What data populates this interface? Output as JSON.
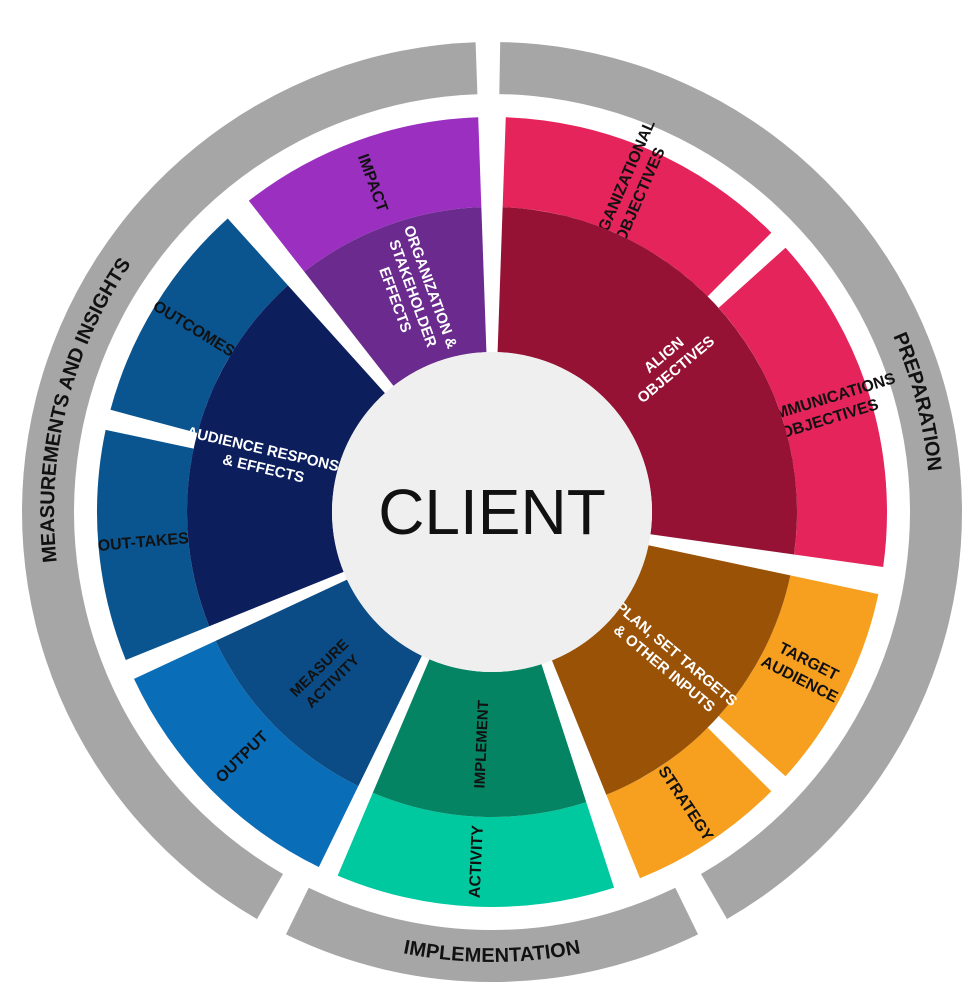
{
  "center": {
    "label": "CLIENT",
    "fill": "#efefef",
    "text_color": "#111111"
  },
  "outer_ring": {
    "fill": "#a6a6a6",
    "text_color": "#111111",
    "sections": [
      {
        "id": "preparation",
        "label": "PREPARATION",
        "start": 1,
        "end": 150
      },
      {
        "id": "implementation",
        "label": "IMPLEMENTATION",
        "start": 154,
        "end": 206
      },
      {
        "id": "measurements",
        "label": "MEASUREMENTS AND INSIGHTS",
        "start": 210,
        "end": 358
      }
    ]
  },
  "middle_ring": [
    {
      "id": "organizational-objectives",
      "lines": [
        "ORGANIZATIONAL",
        "OBJECTIVES"
      ],
      "start": 2,
      "end": 45,
      "fill": "#e4245a",
      "text_color": "#111111"
    },
    {
      "id": "communications-objectives",
      "lines": [
        "COMMUNICATIONS",
        "OBJECTIVES"
      ],
      "start": 48,
      "end": 98,
      "fill": "#e4245a",
      "text_color": "#111111"
    },
    {
      "id": "target-audience",
      "lines": [
        "TARGET",
        "AUDIENCE"
      ],
      "start": 102,
      "end": 132,
      "fill": "#f7a020",
      "text_color": "#111111"
    },
    {
      "id": "strategy",
      "lines": [
        "STRATEGY"
      ],
      "start": 135,
      "end": 158,
      "fill": "#f7a020",
      "text_color": "#111111"
    },
    {
      "id": "activity",
      "lines": [
        "ACTIVITY"
      ],
      "start": 162,
      "end": 203,
      "fill": "#00c9a0",
      "text_color": "#111111"
    },
    {
      "id": "output",
      "lines": [
        "OUTPUT"
      ],
      "start": 206,
      "end": 245,
      "fill": "#0a6db8",
      "text_color": "#111111"
    },
    {
      "id": "out-takes",
      "lines": [
        "OUT-TAKES"
      ],
      "start": 248,
      "end": 282,
      "fill": "#0a5490",
      "text_color": "#111111"
    },
    {
      "id": "outcomes",
      "lines": [
        "OUTCOMES"
      ],
      "start": 285,
      "end": 318,
      "fill": "#0a5490",
      "text_color": "#111111"
    },
    {
      "id": "impact",
      "lines": [
        "IMPACT"
      ],
      "start": 322,
      "end": 358,
      "fill": "#9b30c0",
      "text_color": "#111111"
    }
  ],
  "inner_ring": [
    {
      "id": "align-objectives",
      "lines": [
        "ALIGN",
        "OBJECTIVES"
      ],
      "start": 2,
      "end": 98,
      "fill": "#961235",
      "text_color": "#ffffff"
    },
    {
      "id": "plan-set-targets",
      "lines": [
        "PLAN, SET TARGETS",
        "& OTHER INPUTS"
      ],
      "start": 102,
      "end": 158,
      "fill": "#9a5207",
      "text_color": "#ffffff"
    },
    {
      "id": "implement",
      "lines": [
        "IMPLEMENT"
      ],
      "start": 162,
      "end": 203,
      "fill": "#058464",
      "text_color": "#111111"
    },
    {
      "id": "measure-activity",
      "lines": [
        "MEASURE",
        "ACTIVITY"
      ],
      "start": 206,
      "end": 245,
      "fill": "#0b4c86",
      "text_color": "#111111"
    },
    {
      "id": "audience-response",
      "lines": [
        "AUDIENCE RESPONSE",
        "& EFFECTS"
      ],
      "start": 248,
      "end": 318,
      "fill": "#0c1f5c",
      "text_color": "#ffffff"
    },
    {
      "id": "organization-stakeholder-effects",
      "lines": [
        "ORGANIZATION &",
        "STAKEHOLDER",
        "EFFECTS"
      ],
      "start": 322,
      "end": 358,
      "fill": "#6a2a8e",
      "text_color": "#ffffff"
    }
  ]
}
